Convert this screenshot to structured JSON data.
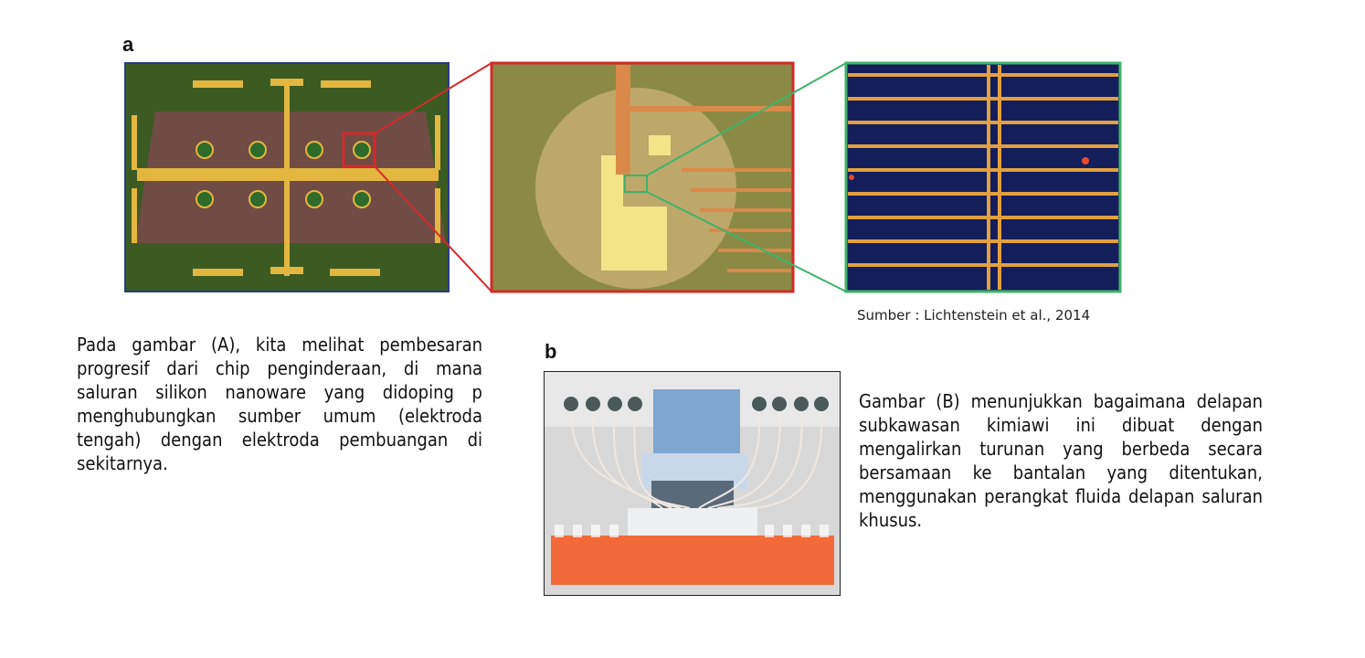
{
  "figure": {
    "panel_a_label": "a",
    "panel_b_label": "b",
    "source": "Sumber : Lichtenstein et al., 2014"
  },
  "captions": {
    "left": "Pada gambar (A), kita melihat pembesaran progresif dari chip penginderaan, di mana saluran silikon nanoware yang didoping p menghubungkan sumber umum (elektroda tengah) dengan elektroda pembuangan di sekitarnya.",
    "right": "Gambar (B) menunjukkan bagaimana delapan subkawasan kimiawi ini dibuat dengan mengalirkan turunan yang berbeda secara bersamaan ke bantalan yang ditentukan, menggunakan perangkat fluida delapan saluran khusus."
  },
  "colors": {
    "frame_chip": "#2a3a8a",
    "frame_zoom": "#d42a2a",
    "frame_nano": "#3fb36a",
    "gold": "#e3b640"
  }
}
